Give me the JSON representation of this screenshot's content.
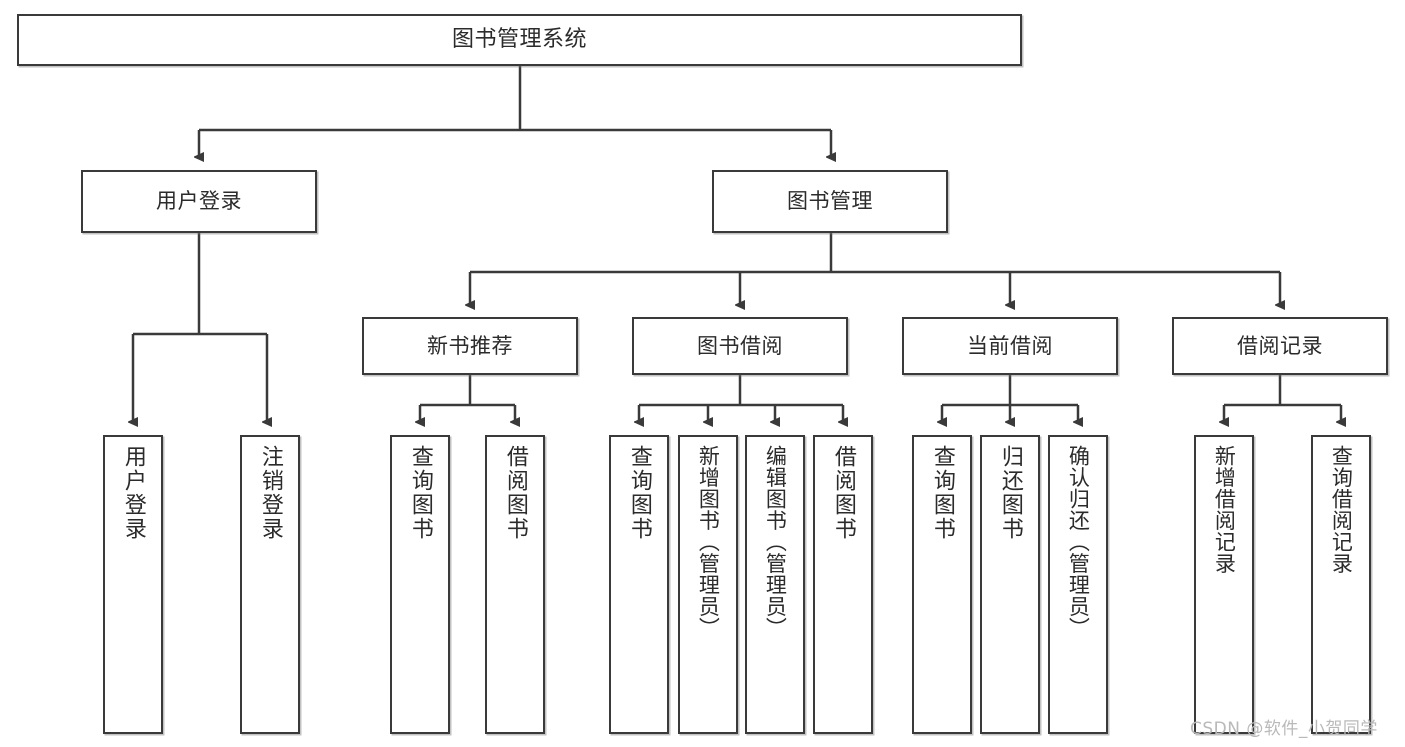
{
  "diagram": {
    "title": "图书管理系统",
    "type": "tree-hierarchy",
    "watermark": "CSDN @软件_小贺同学",
    "colors": {
      "stroke": "#3a3a3a",
      "fill": "#ffffff",
      "text": "#2b2b2b",
      "watermark": "#b9b9b9"
    },
    "nodes": {
      "root": {
        "label": "图书管理系统"
      },
      "level2": [
        {
          "label": "用户登录"
        },
        {
          "label": "图书管理"
        }
      ],
      "level3": [
        {
          "label": "新书推荐"
        },
        {
          "label": "图书借阅"
        },
        {
          "label": "当前借阅"
        },
        {
          "label": "借阅记录"
        }
      ],
      "leaves": {
        "user_login": [
          {
            "label": "用户登录"
          },
          {
            "label": "注销登录"
          }
        ],
        "new_book_recommend": [
          {
            "label": "查询图书"
          },
          {
            "label": "借阅图书"
          }
        ],
        "book_borrow": [
          {
            "label": "查询图书"
          },
          {
            "label": "新增图书（管理员）"
          },
          {
            "label": "编辑图书（管理员）"
          },
          {
            "label": "借阅图书"
          }
        ],
        "current_borrow": [
          {
            "label": "查询图书"
          },
          {
            "label": "归还图书"
          },
          {
            "label": "确认归还（管理员）"
          }
        ],
        "borrow_record": [
          {
            "label": "新增借阅记录"
          },
          {
            "label": "查询借阅记录"
          }
        ]
      }
    }
  }
}
